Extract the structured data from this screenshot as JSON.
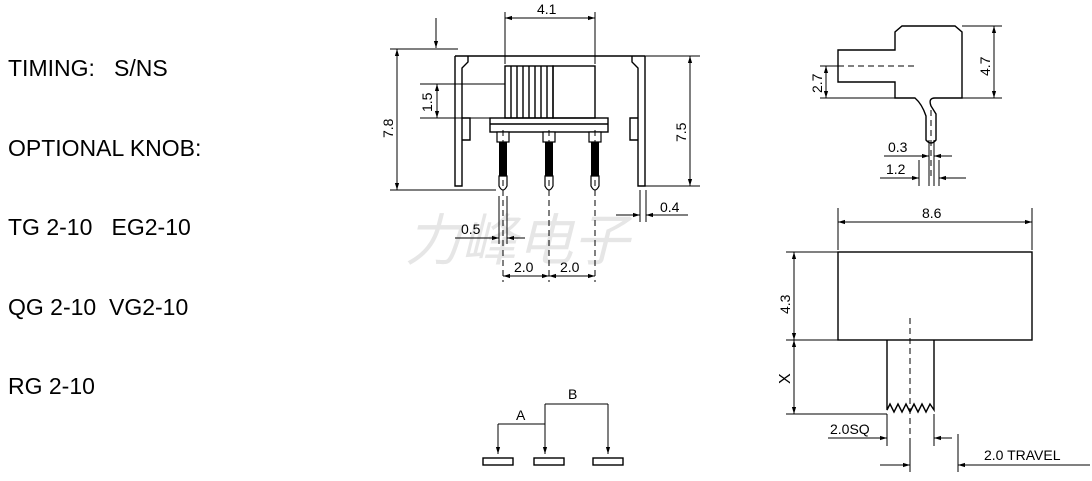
{
  "specs": {
    "timing": "TIMING:   S/NS",
    "optional_knob": "OPTIONAL KNOB:",
    "knob_line1": "TG 2-10   EG2-10",
    "knob_line2": "QG 2-10  VG2-10",
    "knob_line3": "RG 2-10"
  },
  "front_view": {
    "dim_4_1": "4.1",
    "dim_7_8": "7.8",
    "dim_1_5": "1.5",
    "dim_7_5": "7.5",
    "dim_0_4": "0.4",
    "dim_0_5": "0.5",
    "dim_pitch_left": "2.0",
    "dim_pitch_right": "2.0"
  },
  "side_view": {
    "dim_2_7": "2.7",
    "dim_4_7": "4.7",
    "dim_0_3": "0.3",
    "dim_1_2": "1.2"
  },
  "knob_view": {
    "dim_8_6": "8.6",
    "dim_4_3": "4.3",
    "dim_x": "X",
    "dim_2_0sq": "2.0SQ",
    "dim_travel": "2.0 TRAVEL"
  },
  "schematic": {
    "label_a": "A",
    "label_b": "B"
  },
  "watermark": "力峰电子"
}
